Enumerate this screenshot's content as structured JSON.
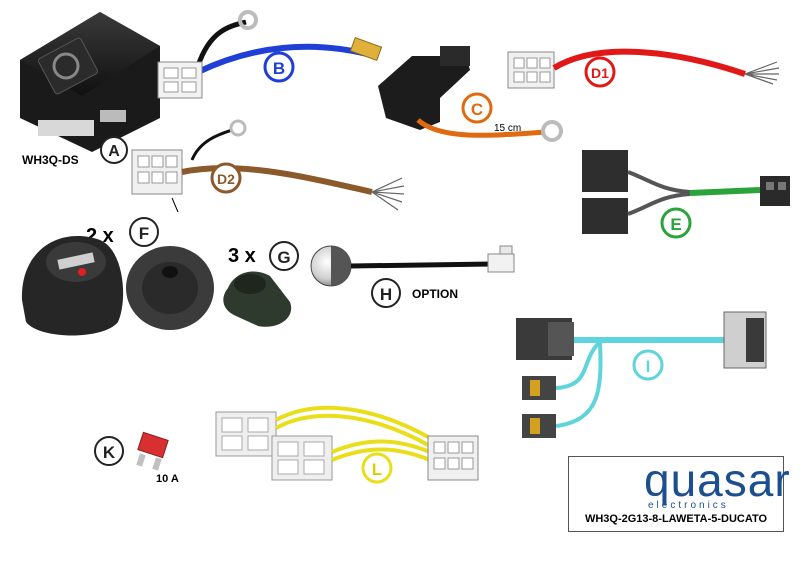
{
  "labels": {
    "A": "A",
    "B": "B",
    "C": "C",
    "D1": "D1",
    "D2": "D2",
    "E": "E",
    "F": "F",
    "G": "G",
    "H": "H",
    "I": "I",
    "K": "K",
    "L": "L"
  },
  "captions": {
    "module": "WH3Q-DS",
    "cable_c_length": "15 cm",
    "socket_qty": "2 x",
    "grommet_qty": "3 x",
    "option": "OPTION",
    "fuse": "10 A"
  },
  "logo": {
    "brand": "quasar",
    "tagline": "electronics",
    "product_code": "WH3Q-2G13-8-LAWETA-5-DUCATO"
  },
  "colors": {
    "B": "#1f3fd6",
    "C": "#e06a10",
    "D1": "#e01818",
    "D2": "#8a5a2b",
    "E": "#2aa43a",
    "H": "#111111",
    "I": "#5fd4dc",
    "L": "#e8de1a",
    "brand": "#1b4f8f"
  }
}
